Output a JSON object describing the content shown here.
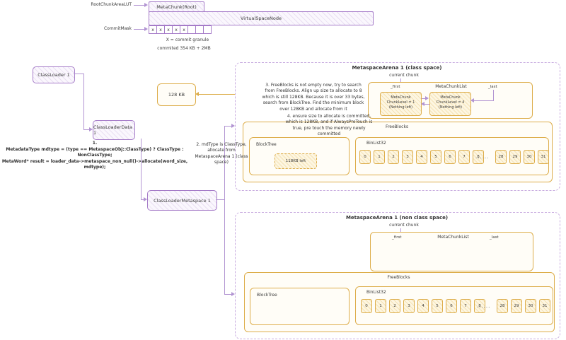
{
  "top": {
    "root_lut_label": "RootChunkAreaLUT",
    "meta_chunk_root_label": "MetaChunk(Root)",
    "virtual_space_node_label": "VirtualSpaceNode",
    "commit_mask_label": "CommitMask",
    "commit_cells": [
      "x",
      "x",
      "x",
      "x",
      "x",
      "",
      "",
      ""
    ],
    "legend_granule": "X = commit granule",
    "legend_committed": "commited 354 KB + 2MB"
  },
  "flow": {
    "classloader_label": "ClassLoader 1",
    "classloader_data_label": "ClassLoaderData 1",
    "classloader_metaspace_label": "ClassLoaderMetaspace 1",
    "result_box_label": "128 KB",
    "step1_lines": [
      "1.",
      "MetadataType mdtype = (type == MetaspaceObj::ClassType) ? ClassType : NonClassType;",
      "MetaWord* result = loader_data->metaspace_non_null()->allocate(word_size, mdtype);"
    ],
    "step2_lines": [
      "2. mdType is ClassType,",
      "allocate from",
      "MetaspaceArena 1 (class",
      "space)"
    ],
    "step3_lines": [
      "3. FreeBlocks is not empty now, try to search",
      "from FreeBlocks. Align up size to allocate to 8",
      "which is still 128KB. Because it is over 33 bytes,",
      "search from BlockTree. Find the minimum block",
      "over 128KB and allocate from it"
    ],
    "step4_lines": [
      "4. ensure size to allocate is committed,",
      "which is 128KB, and if AlwaysPreTouch is",
      "true, pre touch the memory newly",
      "committed"
    ]
  },
  "arena_class": {
    "title": "MetaspaceArena 1 (class space)",
    "current_chunk_label": "current chunk",
    "first_label": "_first",
    "chunk_list_label": "MetaChunkList",
    "last_label": "_last",
    "chunk1_lines": [
      "MetaChunk",
      "ChunkLevel = 1",
      "(Nothing left)"
    ],
    "chunk2_lines": [
      "MetaChunk",
      "ChunkLevel = 4",
      "(Nothing left)"
    ],
    "freeblocks_label": "FreeBlocks",
    "blocktree_label": "BlockTree",
    "blocktree_remaining": "118KB left",
    "binlist_label": "BinList32",
    "bins_head": [
      "0",
      "1",
      "2",
      "3",
      "4",
      "5",
      "6",
      "7",
      "8"
    ],
    "bins_gap": "......",
    "bins_tail": [
      "28",
      "29",
      "30",
      "31"
    ]
  },
  "arena_nonclass": {
    "title": "MetaspaceArena 1 (non class space)",
    "current_chunk_label": "current chunk",
    "first_label": "_first",
    "chunk_list_label": "MetaChunkList",
    "last_label": "_last",
    "freeblocks_label": "FreeBlocks",
    "blocktree_label": "BlockTree",
    "binlist_label": "BinList32",
    "bins_head": [
      "0",
      "1",
      "2",
      "3",
      "4",
      "5",
      "6",
      "7",
      "8"
    ],
    "bins_gap": "......",
    "bins_tail": [
      "28",
      "29",
      "30",
      "31"
    ]
  },
  "colors": {
    "purple": "#a57bc8",
    "purple_dashed": "#c9ade0",
    "orange": "#ddad4a",
    "text": "#3b3b3b"
  }
}
